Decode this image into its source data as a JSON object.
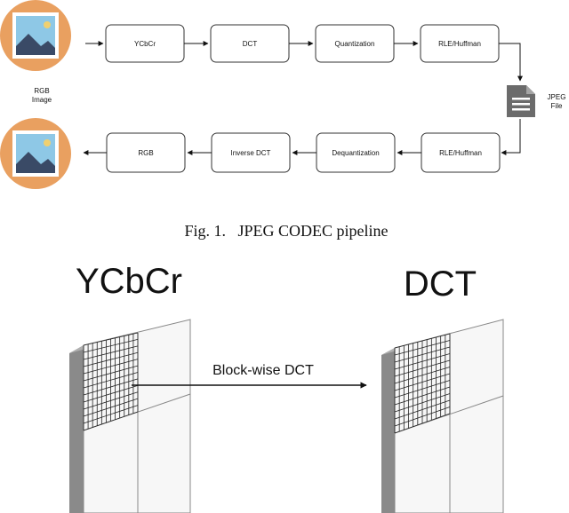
{
  "pipeline": {
    "input_label_line1": "RGB",
    "input_label_line2": "Image",
    "encode_steps": [
      "YCbCr",
      "DCT",
      "Quantization",
      "RLE/Huffman"
    ],
    "file_label_line1": "JPEG",
    "file_label_line2": "File",
    "decode_steps": [
      "RLE/Huffman",
      "Dequantization",
      "Inverse DCT",
      "RGB"
    ]
  },
  "caption": "Fig. 1.   JPEG CODEC pipeline",
  "block_diagram": {
    "left_title": "YCbCr",
    "right_title": "DCT",
    "arrow_label": "Block-wise DCT"
  },
  "colors": {
    "image_icon_circle": "#e9a060",
    "image_icon_sky": "#8ec8e6",
    "image_icon_mountain": "#3a4a66",
    "image_icon_sun": "#f0d070",
    "file_icon": "#6b6b6b",
    "panel_side": "#8a8a8a"
  }
}
